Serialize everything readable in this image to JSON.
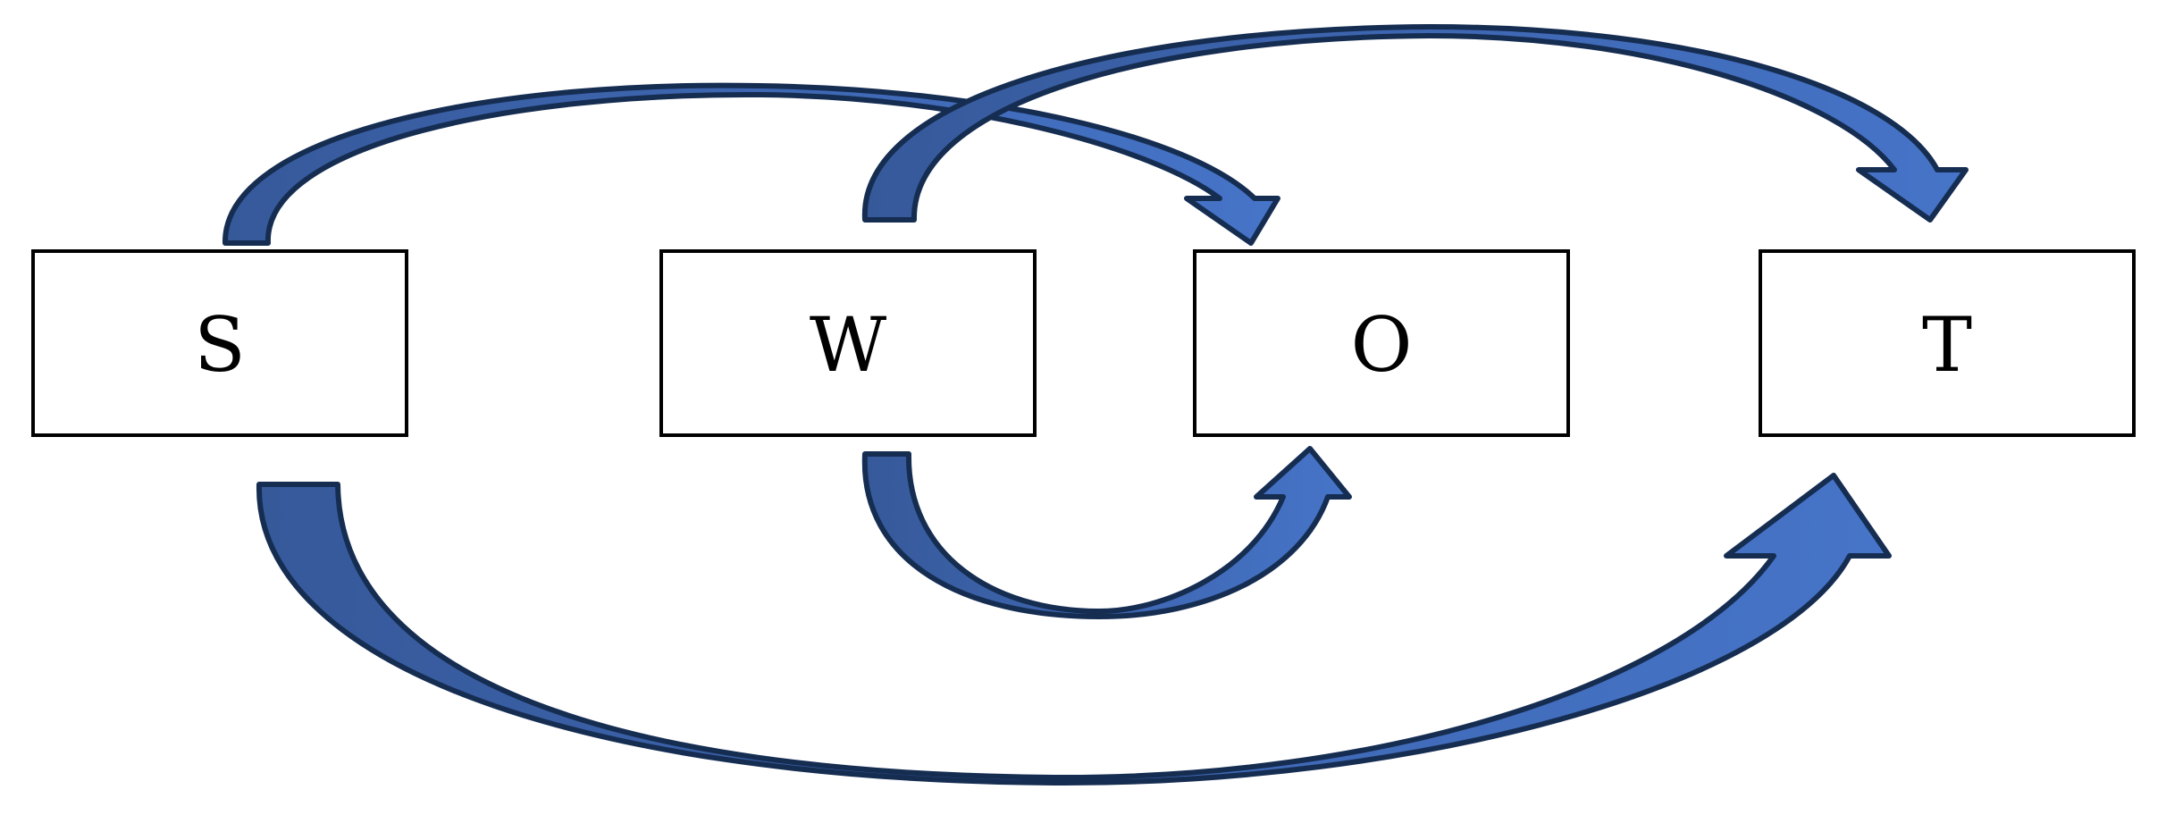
{
  "boxes": [
    {
      "id": "s",
      "label": "S"
    },
    {
      "id": "w",
      "label": "W"
    },
    {
      "id": "o",
      "label": "O"
    },
    {
      "id": "t",
      "label": "T"
    }
  ],
  "connections": [
    {
      "from": "S",
      "to": "O"
    },
    {
      "from": "W",
      "to": "T"
    },
    {
      "from": "W",
      "to": "O"
    },
    {
      "from": "S",
      "to": "T"
    }
  ],
  "colors": {
    "arrow_fill_light": "#4674c8",
    "arrow_fill_dark": "#36599a",
    "arrow_outline": "#162d52",
    "box_outline": "#000000",
    "box_fill": "#ffffff",
    "text": "#000000"
  }
}
